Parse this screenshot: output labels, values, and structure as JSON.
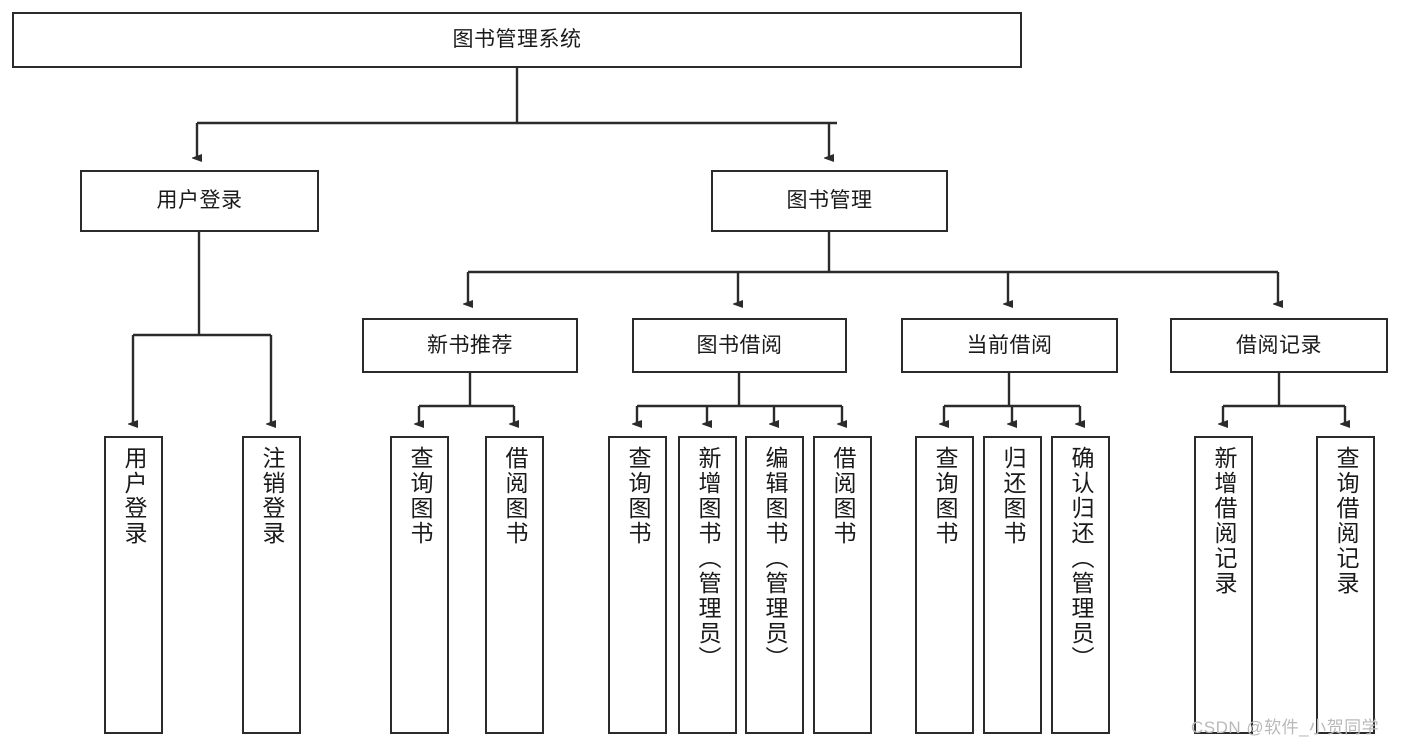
{
  "diagram": {
    "title": "图书管理系统",
    "type": "tree-diagram",
    "root": {
      "label": "图书管理系统"
    },
    "level2": [
      {
        "label": "用户登录"
      },
      {
        "label": "图书管理"
      }
    ],
    "level3": [
      {
        "label": "新书推荐"
      },
      {
        "label": "图书借阅"
      },
      {
        "label": "当前借阅"
      },
      {
        "label": "借阅记录"
      }
    ],
    "leaves": {
      "user_login": [
        {
          "label": "用户登录"
        },
        {
          "label": "注销登录"
        }
      ],
      "new_book_recommend": [
        {
          "label": "查询图书"
        },
        {
          "label": "借阅图书"
        }
      ],
      "book_borrow": [
        {
          "label": "查询图书"
        },
        {
          "label": "新增图书（管理员）"
        },
        {
          "label": "编辑图书（管理员）"
        },
        {
          "label": "借阅图书"
        }
      ],
      "current_borrow": [
        {
          "label": "查询图书"
        },
        {
          "label": "归还图书"
        },
        {
          "label": "确认归还（管理员）"
        }
      ],
      "borrow_record": [
        {
          "label": "新增借阅记录"
        },
        {
          "label": "查询借阅记录"
        }
      ]
    }
  },
  "watermark": {
    "text": "CSDN @软件_小贺同学"
  },
  "colors": {
    "box_border": "#2b2b2b",
    "box_fill": "#ffffff",
    "edge": "#2b2b2b",
    "text": "#1a1a1a",
    "watermark": "#b9b9b9",
    "background": "#ffffff"
  }
}
